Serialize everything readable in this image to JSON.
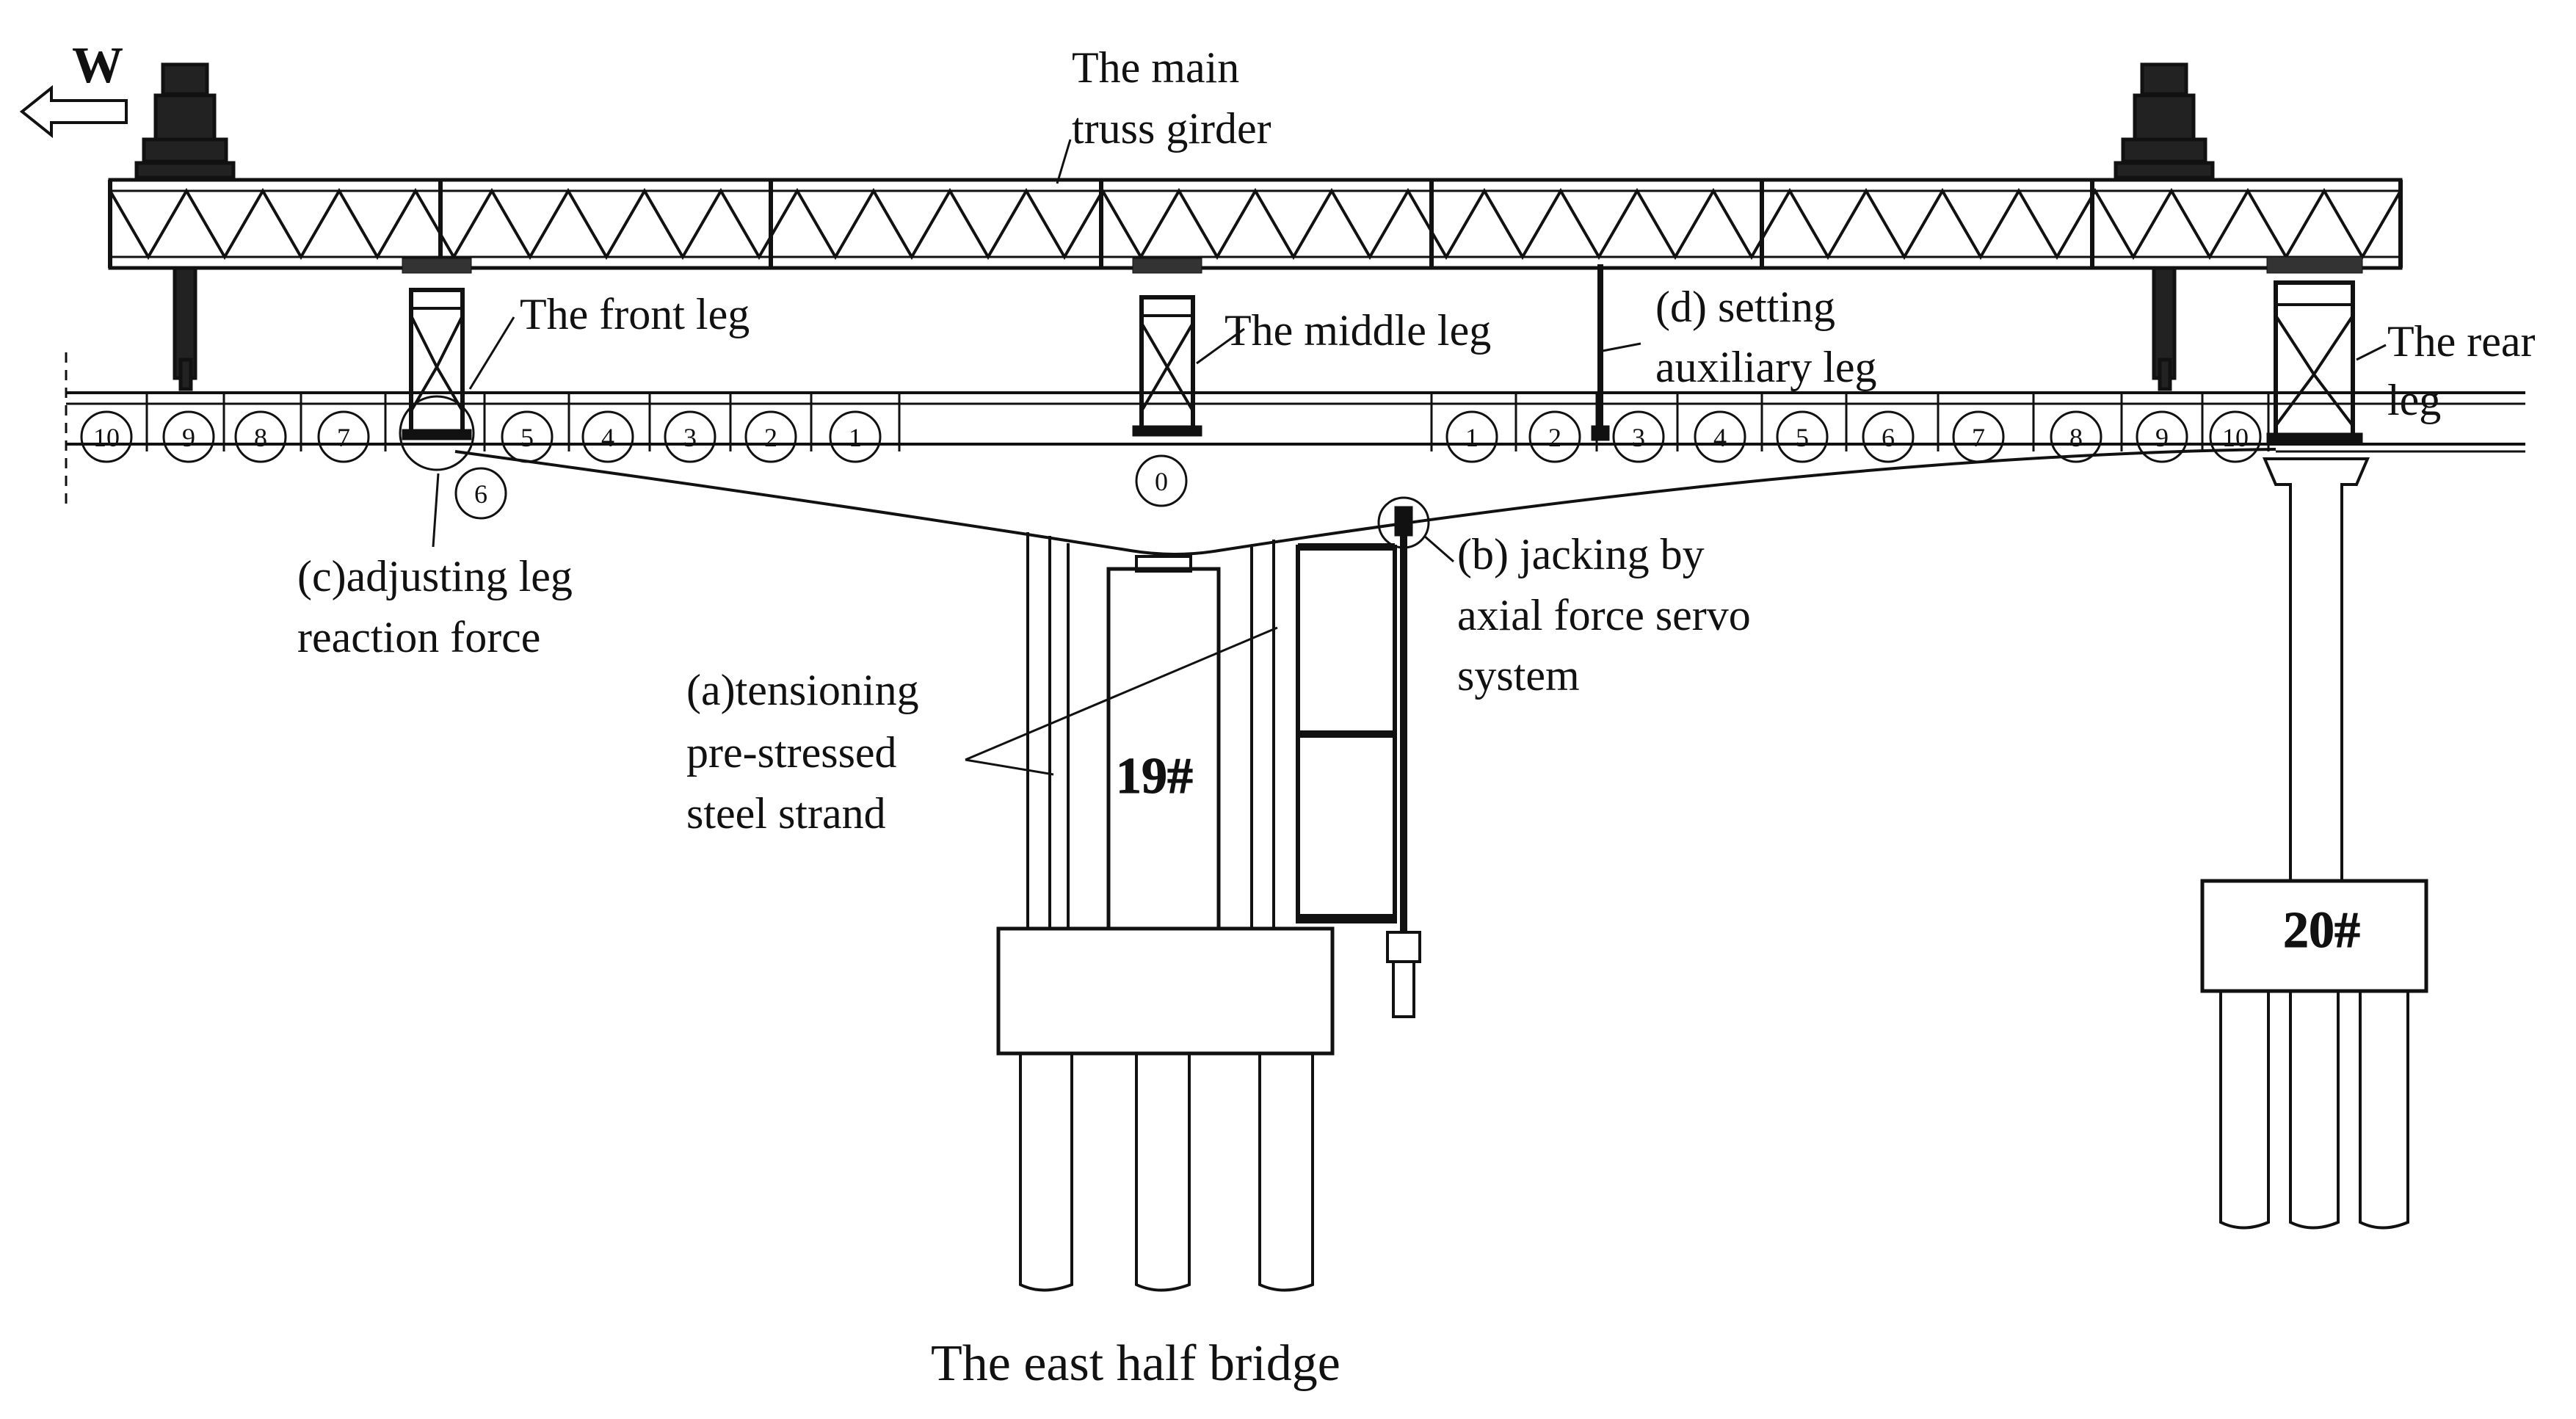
{
  "direction": "W",
  "labels": {
    "main_truss_line1": "The main",
    "main_truss_line2": "truss girder",
    "front_leg": "The front leg",
    "middle_leg": "The middle leg",
    "setting_aux_line1": "(d) setting",
    "setting_aux_line2": "auxiliary leg",
    "rear_leg_line1": "The rear",
    "rear_leg_line2": "leg",
    "adjusting_line1": "(c)adjusting leg",
    "adjusting_line2": "reaction force",
    "jacking_line1": "(b) jacking by",
    "jacking_line2": "axial force servo",
    "jacking_line3": "system",
    "tension_line1": "(a)tensioning",
    "tension_line2": "pre-stressed",
    "tension_line3": "steel strand"
  },
  "piers": {
    "pier19": "19#",
    "pier20": "20#"
  },
  "caption": "The east half bridge",
  "segments_left": [
    "10",
    "9",
    "8",
    "7",
    "6",
    "5",
    "4",
    "3",
    "2",
    "1"
  ],
  "segment_center": "0",
  "segments_right": [
    "1",
    "2",
    "3",
    "4",
    "5",
    "6",
    "7",
    "8",
    "9",
    "10"
  ],
  "colors": {
    "line": "#111111",
    "background": "#ffffff"
  }
}
